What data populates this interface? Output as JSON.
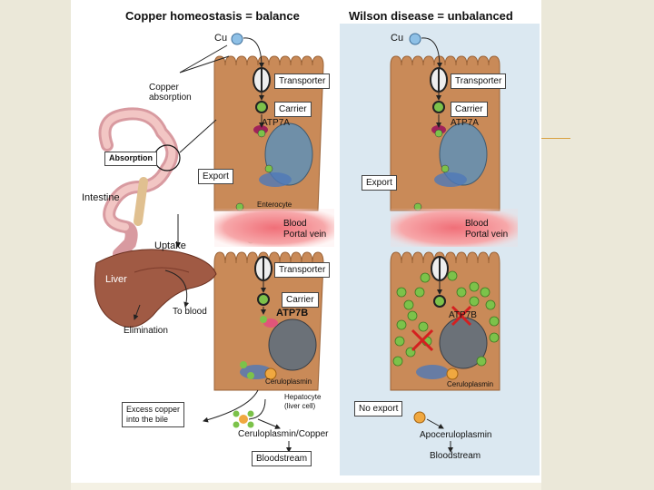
{
  "titles": {
    "left": "Copper homeostasis = balance",
    "right": "Wilson disease = unbalanced"
  },
  "organs": {
    "cu_left": "Cu",
    "cu_right": "Cu",
    "copper_absorption_line1": "Copper",
    "copper_absorption_line2": "absorption",
    "absorption": "Absorption",
    "intestine": "Intestine",
    "uptake": "Uptake",
    "liver": "Liver",
    "to_blood": "To blood",
    "elimination": "Elimination"
  },
  "left_column": {
    "transporter_top": "Transporter",
    "carrier_top": "Carrier",
    "atp7a": "ATP7A",
    "export": "Export",
    "enterocyte": "Enterocyte",
    "blood_line1": "Blood",
    "blood_line2": "Portal vein",
    "transporter_bottom": "Transporter",
    "carrier_bottom": "Carrier",
    "atp7b": "ATP7B",
    "ceruloplasmin": "Ceruloplasmin",
    "hepatocyte_line1": "Hepatocyte",
    "hepatocyte_line2": "(liver cell)",
    "excess_line1": "Excess copper",
    "excess_line2": "into the bile",
    "cerulo_copper": "Ceruloplasmin/Copper",
    "bloodstream": "Bloodstream"
  },
  "right_column": {
    "transporter_top": "Transporter",
    "carrier_top": "Carrier",
    "atp7a": "ATP7A",
    "export": "Export",
    "blood_line1": "Blood",
    "blood_line2": "Portal vein",
    "atp7b": "ATP7B",
    "ceruloplasmin": "Ceruloplasmin",
    "no_export": "No export",
    "apoceruloplasmin": "Apoceruloplasmin",
    "bloodstream": "Bloodstream"
  },
  "colors": {
    "cell": "#c98a58",
    "nucleus": "#6f8fa8",
    "copper": "#7cc24a",
    "blood": "#f29a9a",
    "wilson_bg": "#dbe8f1",
    "cross": "#d42020"
  }
}
